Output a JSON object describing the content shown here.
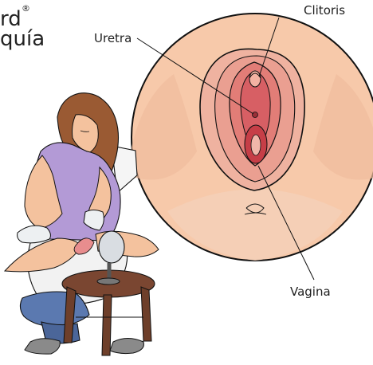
{
  "header": {
    "line1": "rd",
    "line1_mark": "®",
    "line2": "quía"
  },
  "labels": {
    "clitoris": "Clitoris",
    "uretra": "Uretra",
    "vagina": "Vagina"
  },
  "colors": {
    "background": "#ffffff",
    "skin": "#f7c9aa",
    "skin_shadow": "#e39b83",
    "labia_outer": "#e27d77",
    "labia_inner": "#cf4f56",
    "hair": "#9a5a33",
    "shirt": "#b39ad6",
    "pants": "#5b79b0",
    "table": "#6e3f2a",
    "toilet": "#f2f2f2",
    "line": "#111111"
  }
}
